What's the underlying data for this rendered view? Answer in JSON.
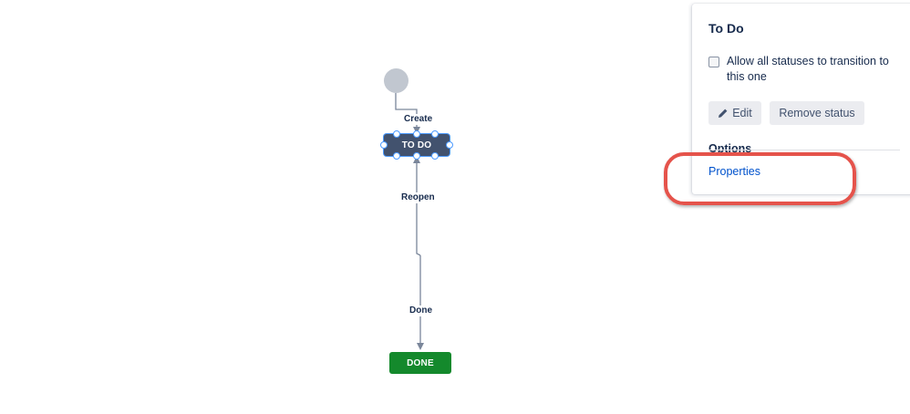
{
  "workflow": {
    "transitions": {
      "create_label": "Create",
      "reopen_label": "Reopen",
      "done_label": "Done"
    },
    "statuses": {
      "todo_label": "TO DO",
      "done_label": "DONE"
    },
    "colors": {
      "todo_node": "#42526e",
      "done_node": "#14892c",
      "start_node": "#c1c7d0",
      "selection": "#4c9aff",
      "edge": "#7a869a"
    }
  },
  "panel": {
    "title": "To Do",
    "allow_all_label": "Allow all statuses to transition to this one",
    "allow_all_checked": false,
    "edit_label": "Edit",
    "remove_label": "Remove status",
    "options_title": "Options",
    "properties_link": "Properties",
    "colors": {
      "link": "#0052cc",
      "highlight": "#e5534b"
    }
  }
}
